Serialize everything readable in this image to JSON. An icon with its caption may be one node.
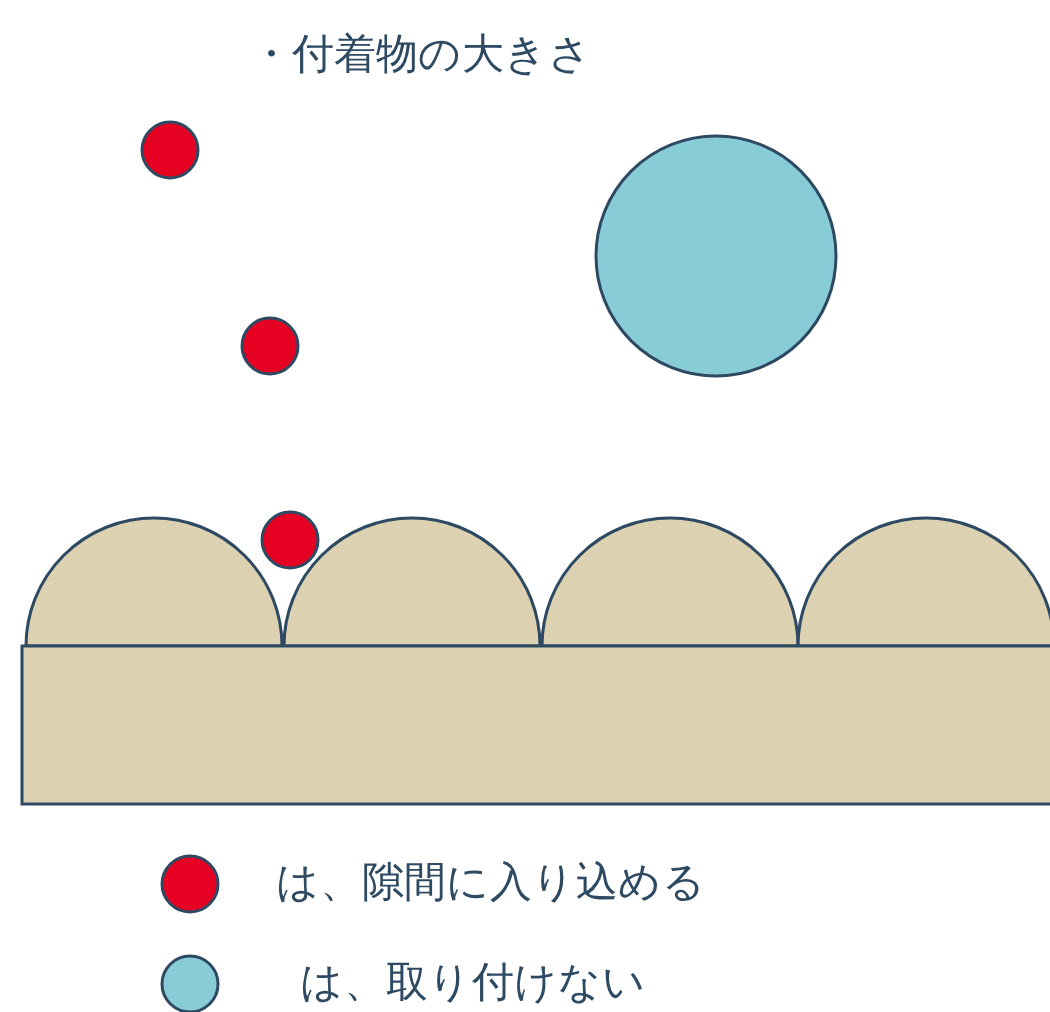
{
  "diagram": {
    "title": "・付着物の大きさ",
    "legend": [
      {
        "text": "は、隙間に入り込める",
        "color": "#e60022"
      },
      {
        "text": "は、取り付けない",
        "color": "#88ccd8"
      }
    ]
  }
}
